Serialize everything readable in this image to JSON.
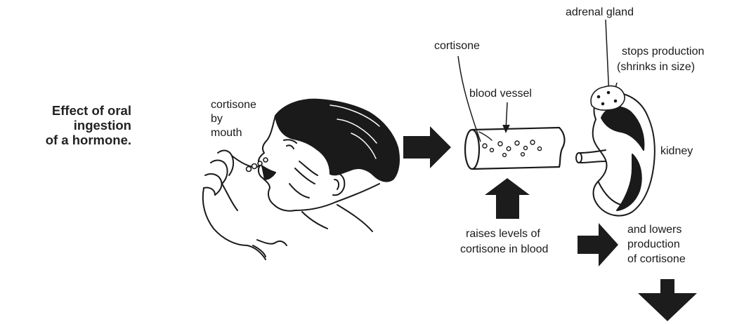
{
  "title": {
    "lines": [
      "Effect of oral",
      "ingestion",
      "of a hormone."
    ]
  },
  "labels": {
    "cortisone_by_mouth": [
      "cortisone",
      "by",
      "mouth"
    ],
    "cortisone": "cortisone",
    "blood_vessel": "blood vessel",
    "adrenal_gland": "adrenal gland",
    "stops_production": [
      "stops production",
      "(shrinks in size)"
    ],
    "kidney": "kidney",
    "raises_levels": [
      "raises levels of",
      "cortisone in blood"
    ],
    "lowers_production": [
      "and lowers",
      "production",
      "of cortisone"
    ]
  },
  "colors": {
    "ink": "#1a1a1a",
    "arrow": "#1c1c1c",
    "background": "#ffffff"
  },
  "icons": [
    "person-drinking-illustration",
    "pills-icon",
    "blood-vessel-illustration",
    "kidney-illustration",
    "adrenal-gland-illustration",
    "arrow-right-icon",
    "arrow-up-icon",
    "arrow-down-icon"
  ]
}
